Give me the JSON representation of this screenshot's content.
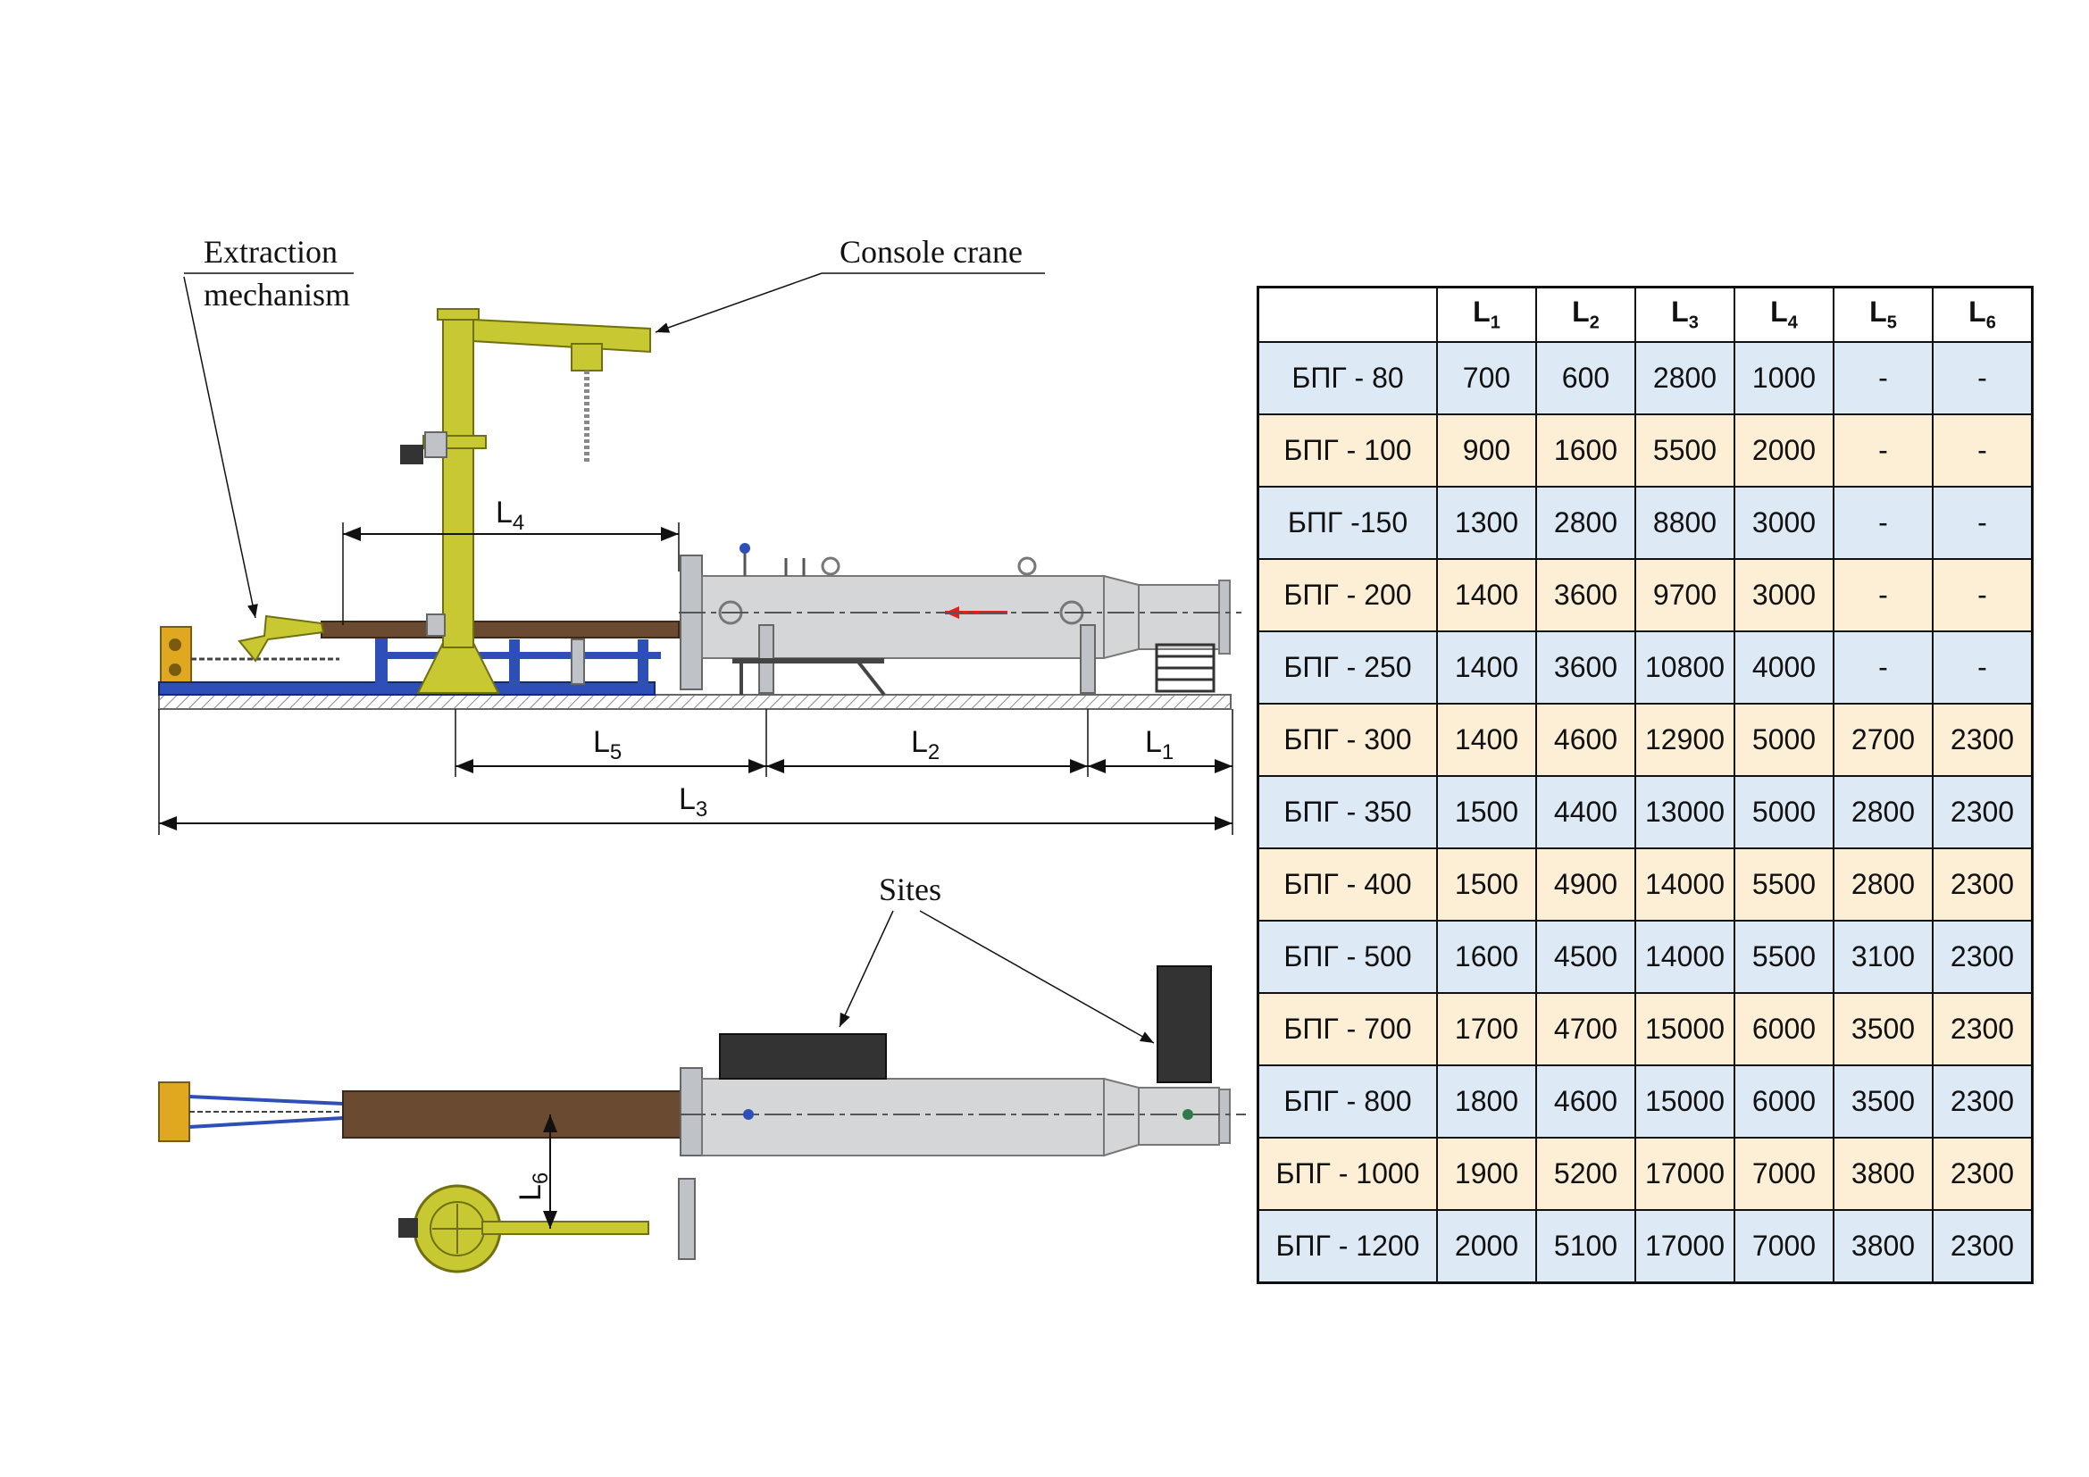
{
  "labels": {
    "extraction_line1": "Extraction",
    "extraction_line2": "mechanism",
    "console_crane": "Console crane",
    "sites": "Sites"
  },
  "dimensions": {
    "L1": "1",
    "L2": "2",
    "L3": "3",
    "L4": "4",
    "L5": "5",
    "L6": "6",
    "letter": "L"
  },
  "table": {
    "headers": [
      {
        "letter": "L",
        "sub": "1"
      },
      {
        "letter": "L",
        "sub": "2"
      },
      {
        "letter": "L",
        "sub": "3"
      },
      {
        "letter": "L",
        "sub": "4"
      },
      {
        "letter": "L",
        "sub": "5"
      },
      {
        "letter": "L",
        "sub": "6"
      }
    ],
    "rows": [
      {
        "model": "БПГ - 80",
        "values": [
          "700",
          "600",
          "2800",
          "1000",
          "-",
          "-"
        ]
      },
      {
        "model": "БПГ - 100",
        "values": [
          "900",
          "1600",
          "5500",
          "2000",
          "-",
          "-"
        ]
      },
      {
        "model": "БПГ -150",
        "values": [
          "1300",
          "2800",
          "8800",
          "3000",
          "-",
          "-"
        ]
      },
      {
        "model": "БПГ - 200",
        "values": [
          "1400",
          "3600",
          "9700",
          "3000",
          "-",
          "-"
        ]
      },
      {
        "model": "БПГ - 250",
        "values": [
          "1400",
          "3600",
          "10800",
          "4000",
          "-",
          "-"
        ]
      },
      {
        "model": "БПГ - 300",
        "values": [
          "1400",
          "4600",
          "12900",
          "5000",
          "2700",
          "2300"
        ]
      },
      {
        "model": "БПГ - 350",
        "values": [
          "1500",
          "4400",
          "13000",
          "5000",
          "2800",
          "2300"
        ]
      },
      {
        "model": "БПГ - 400",
        "values": [
          "1500",
          "4900",
          "14000",
          "5500",
          "2800",
          "2300"
        ]
      },
      {
        "model": "БПГ - 500",
        "values": [
          "1600",
          "4500",
          "14000",
          "5500",
          "3100",
          "2300"
        ]
      },
      {
        "model": "БПГ - 700",
        "values": [
          "1700",
          "4700",
          "15000",
          "6000",
          "3500",
          "2300"
        ]
      },
      {
        "model": "БПГ - 800",
        "values": [
          "1800",
          "4600",
          "15000",
          "6000",
          "3500",
          "2300"
        ]
      },
      {
        "model": "БПГ - 1000",
        "values": [
          "1900",
          "5200",
          "17000",
          "7000",
          "3800",
          "2300"
        ]
      },
      {
        "model": "БПГ - 1200",
        "values": [
          "2000",
          "5100",
          "17000",
          "7000",
          "3800",
          "2300"
        ]
      }
    ]
  },
  "colors": {
    "crane_yellow": "#c8c832",
    "frame_blue": "#2f4fb8",
    "rail_brown": "#6b4a32",
    "vessel_gray": "#d4d6d8",
    "row_blue": "#dde9f5",
    "row_beige": "#fcefd6",
    "arrow_red": "#e02020"
  }
}
